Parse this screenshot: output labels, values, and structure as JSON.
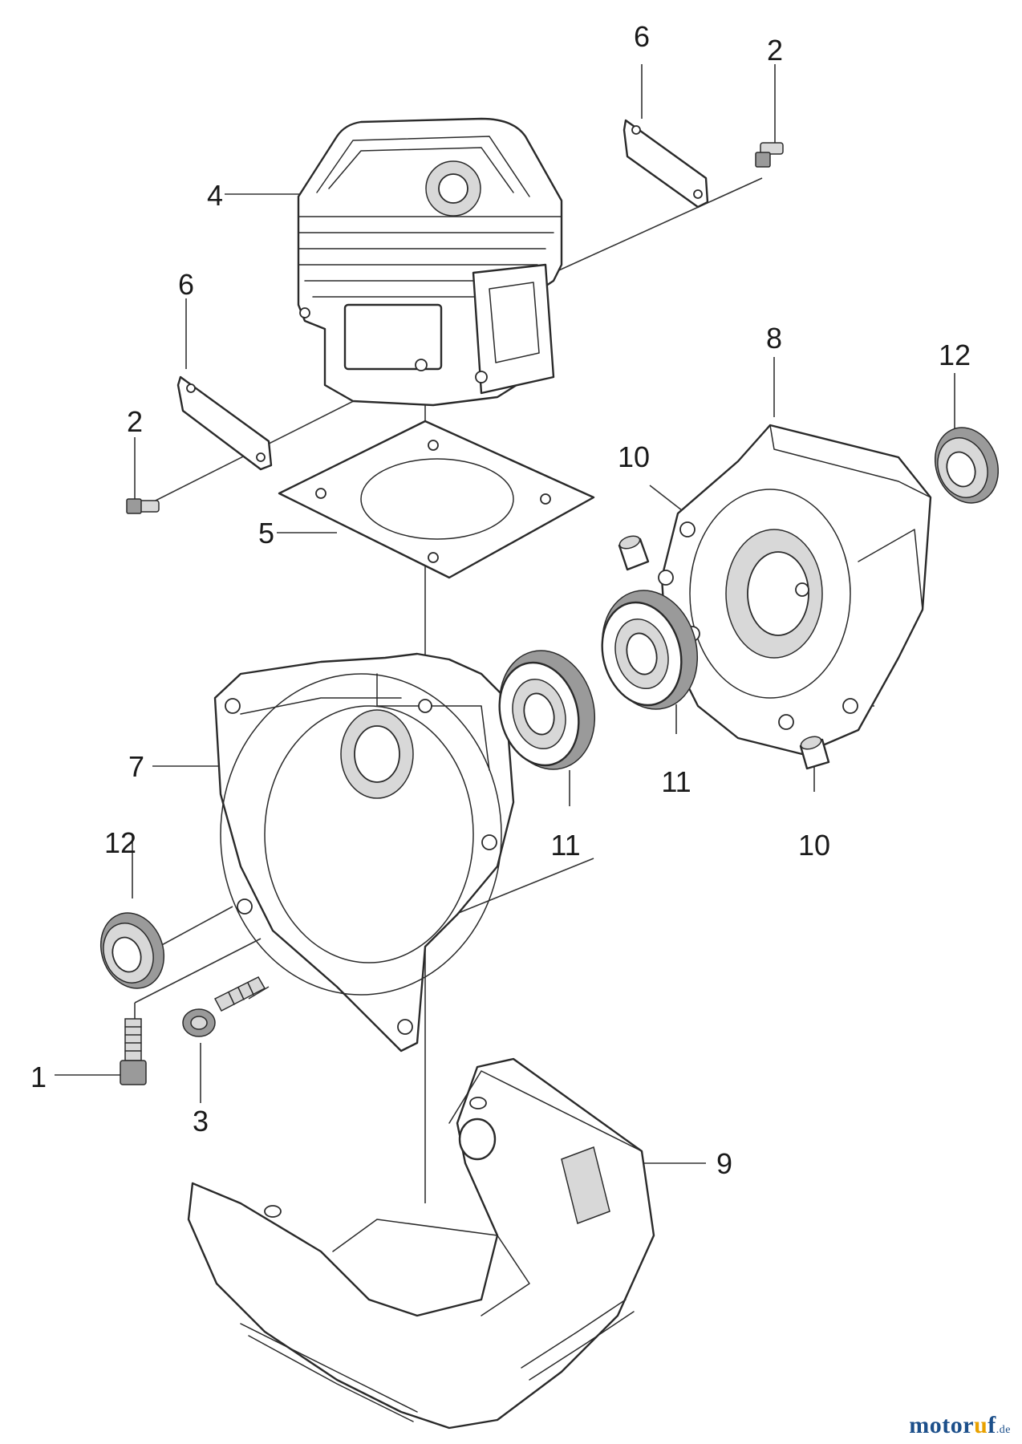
{
  "diagram": {
    "callouts": {
      "c1": "1",
      "c2_top": "2",
      "c2_left": "2",
      "c3": "3",
      "c4": "4",
      "c5": "5",
      "c6_top": "6",
      "c6_left": "6",
      "c7": "7",
      "c8": "8",
      "c9": "9",
      "c10_top": "10",
      "c10_bottom": "10",
      "c11_left": "11",
      "c11_right": "11",
      "c12_right": "12",
      "c12_left": "12"
    },
    "parts": [
      "cylinder",
      "gasket",
      "crankcase-half-left",
      "crankcase-half-right",
      "fuel-tank-guard",
      "bearing",
      "oil-seal",
      "dowel-pin",
      "bolt",
      "cover-plate"
    ]
  },
  "watermark": {
    "brand_main": "motor",
    "brand_dot": "u",
    "brand_end": "f",
    "tld": ".de"
  }
}
